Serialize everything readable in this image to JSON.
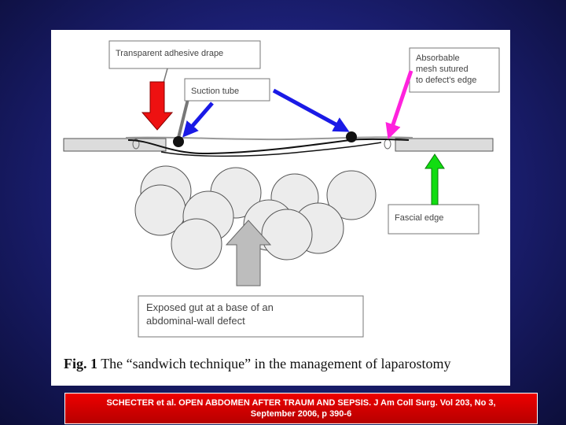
{
  "figure": {
    "labels": {
      "drape": "Transparent adhesive drape",
      "suction": "Suction tube",
      "mesh_line1": "Absorbable",
      "mesh_line2": "mesh sutured",
      "mesh_line3": "to defect's edge",
      "fascial": "Fascial edge",
      "gut_line1": "Exposed gut at a base of an",
      "gut_line2": "abdominal-wall defect"
    },
    "caption_prefix": "Fig. 1",
    "caption_text": "The “sandwich technique” in the management of laparostomy"
  },
  "citation": {
    "line1": "SCHECTER et al. OPEN ABDOMEN AFTER TRAUM AND SEPSIS. J Am Coll Surg. Vol 203, No 3,",
    "line2": "September 2006, p 390-6"
  },
  "colors": {
    "red_arrow": "#ee1111",
    "blue_arrow": "#1a1ae6",
    "magenta_arrow": "#ff22dd",
    "green_arrow": "#11dd11",
    "citation_bg": "#d40000"
  }
}
